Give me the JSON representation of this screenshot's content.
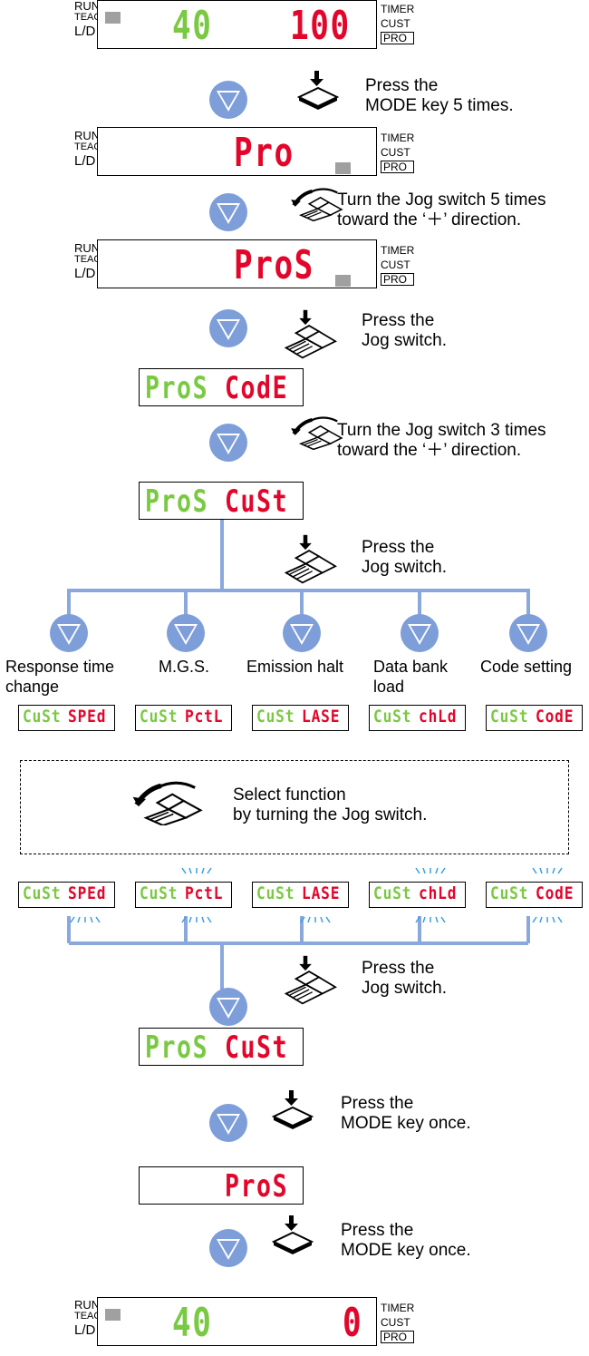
{
  "colors": {
    "red": "#e2062b",
    "green": "#7ac943",
    "arrow": "#7e9ed9",
    "connector": "#8aa8dc",
    "indicator": "#a0a0a0",
    "blink": "#3aa0e0"
  },
  "labels": {
    "run": "RUN",
    "teach": "TEACH",
    "ld": "L/D",
    "timer": "TIMER",
    "cust": "CUST",
    "pro": "PRO"
  },
  "displays": {
    "d1": {
      "left": "40",
      "right": "100"
    },
    "d2": {
      "right": "Pro"
    },
    "d3": {
      "right": "ProS"
    },
    "d4": {
      "text_a": "ProS",
      "text_b": "CodE"
    },
    "d5": {
      "text_a": "ProS",
      "text_b": "CuSt"
    },
    "d6": {
      "text_a": "ProS",
      "text_b": "CuSt"
    },
    "d7": {
      "right": "ProS"
    },
    "d8": {
      "left": "40",
      "right": "0"
    }
  },
  "steps": {
    "s1": {
      "line1": "Press the",
      "line2": "MODE key 5 times.",
      "icon": "mode-key-icon"
    },
    "s2": {
      "line1": "Turn the Jog switch 5 times",
      "line2": "toward the ‘＋’ direction.",
      "icon": "jog-turn-icon"
    },
    "s3": {
      "line1": "Press the",
      "line2": "Jog switch.",
      "icon": "jog-press-icon"
    },
    "s4": {
      "line1": "Turn the Jog switch 3 times",
      "line2": "toward the ‘＋’ direction.",
      "icon": "jog-turn-icon"
    },
    "s5": {
      "line1": "Press the",
      "line2": "Jog switch.",
      "icon": "jog-press-icon"
    },
    "s6": {
      "line1": "Press the",
      "line2": "Jog switch.",
      "icon": "jog-press-icon"
    },
    "s7": {
      "line1": "Press the",
      "line2": "MODE key once.",
      "icon": "mode-key-icon"
    },
    "s8": {
      "line1": "Press the",
      "line2": "MODE key once.",
      "icon": "mode-key-icon"
    }
  },
  "functions": [
    {
      "cap1": "Response time",
      "cap2": "change",
      "a": "CuSt",
      "b": "SPEd"
    },
    {
      "cap1": "M.G.S.",
      "cap2": "",
      "a": "CuSt",
      "b": "PctL"
    },
    {
      "cap1": "Emission halt",
      "cap2": "",
      "a": "CuSt",
      "b": "LASE"
    },
    {
      "cap1": "Data bank",
      "cap2": "load",
      "a": "CuSt",
      "b": "chLd"
    },
    {
      "cap1": "Code setting",
      "cap2": "",
      "a": "CuSt",
      "b": "CodE"
    }
  ],
  "select_box": {
    "line1": "Select function",
    "line2": "by turning the Jog switch.",
    "icon": "jog-turn-icon"
  }
}
